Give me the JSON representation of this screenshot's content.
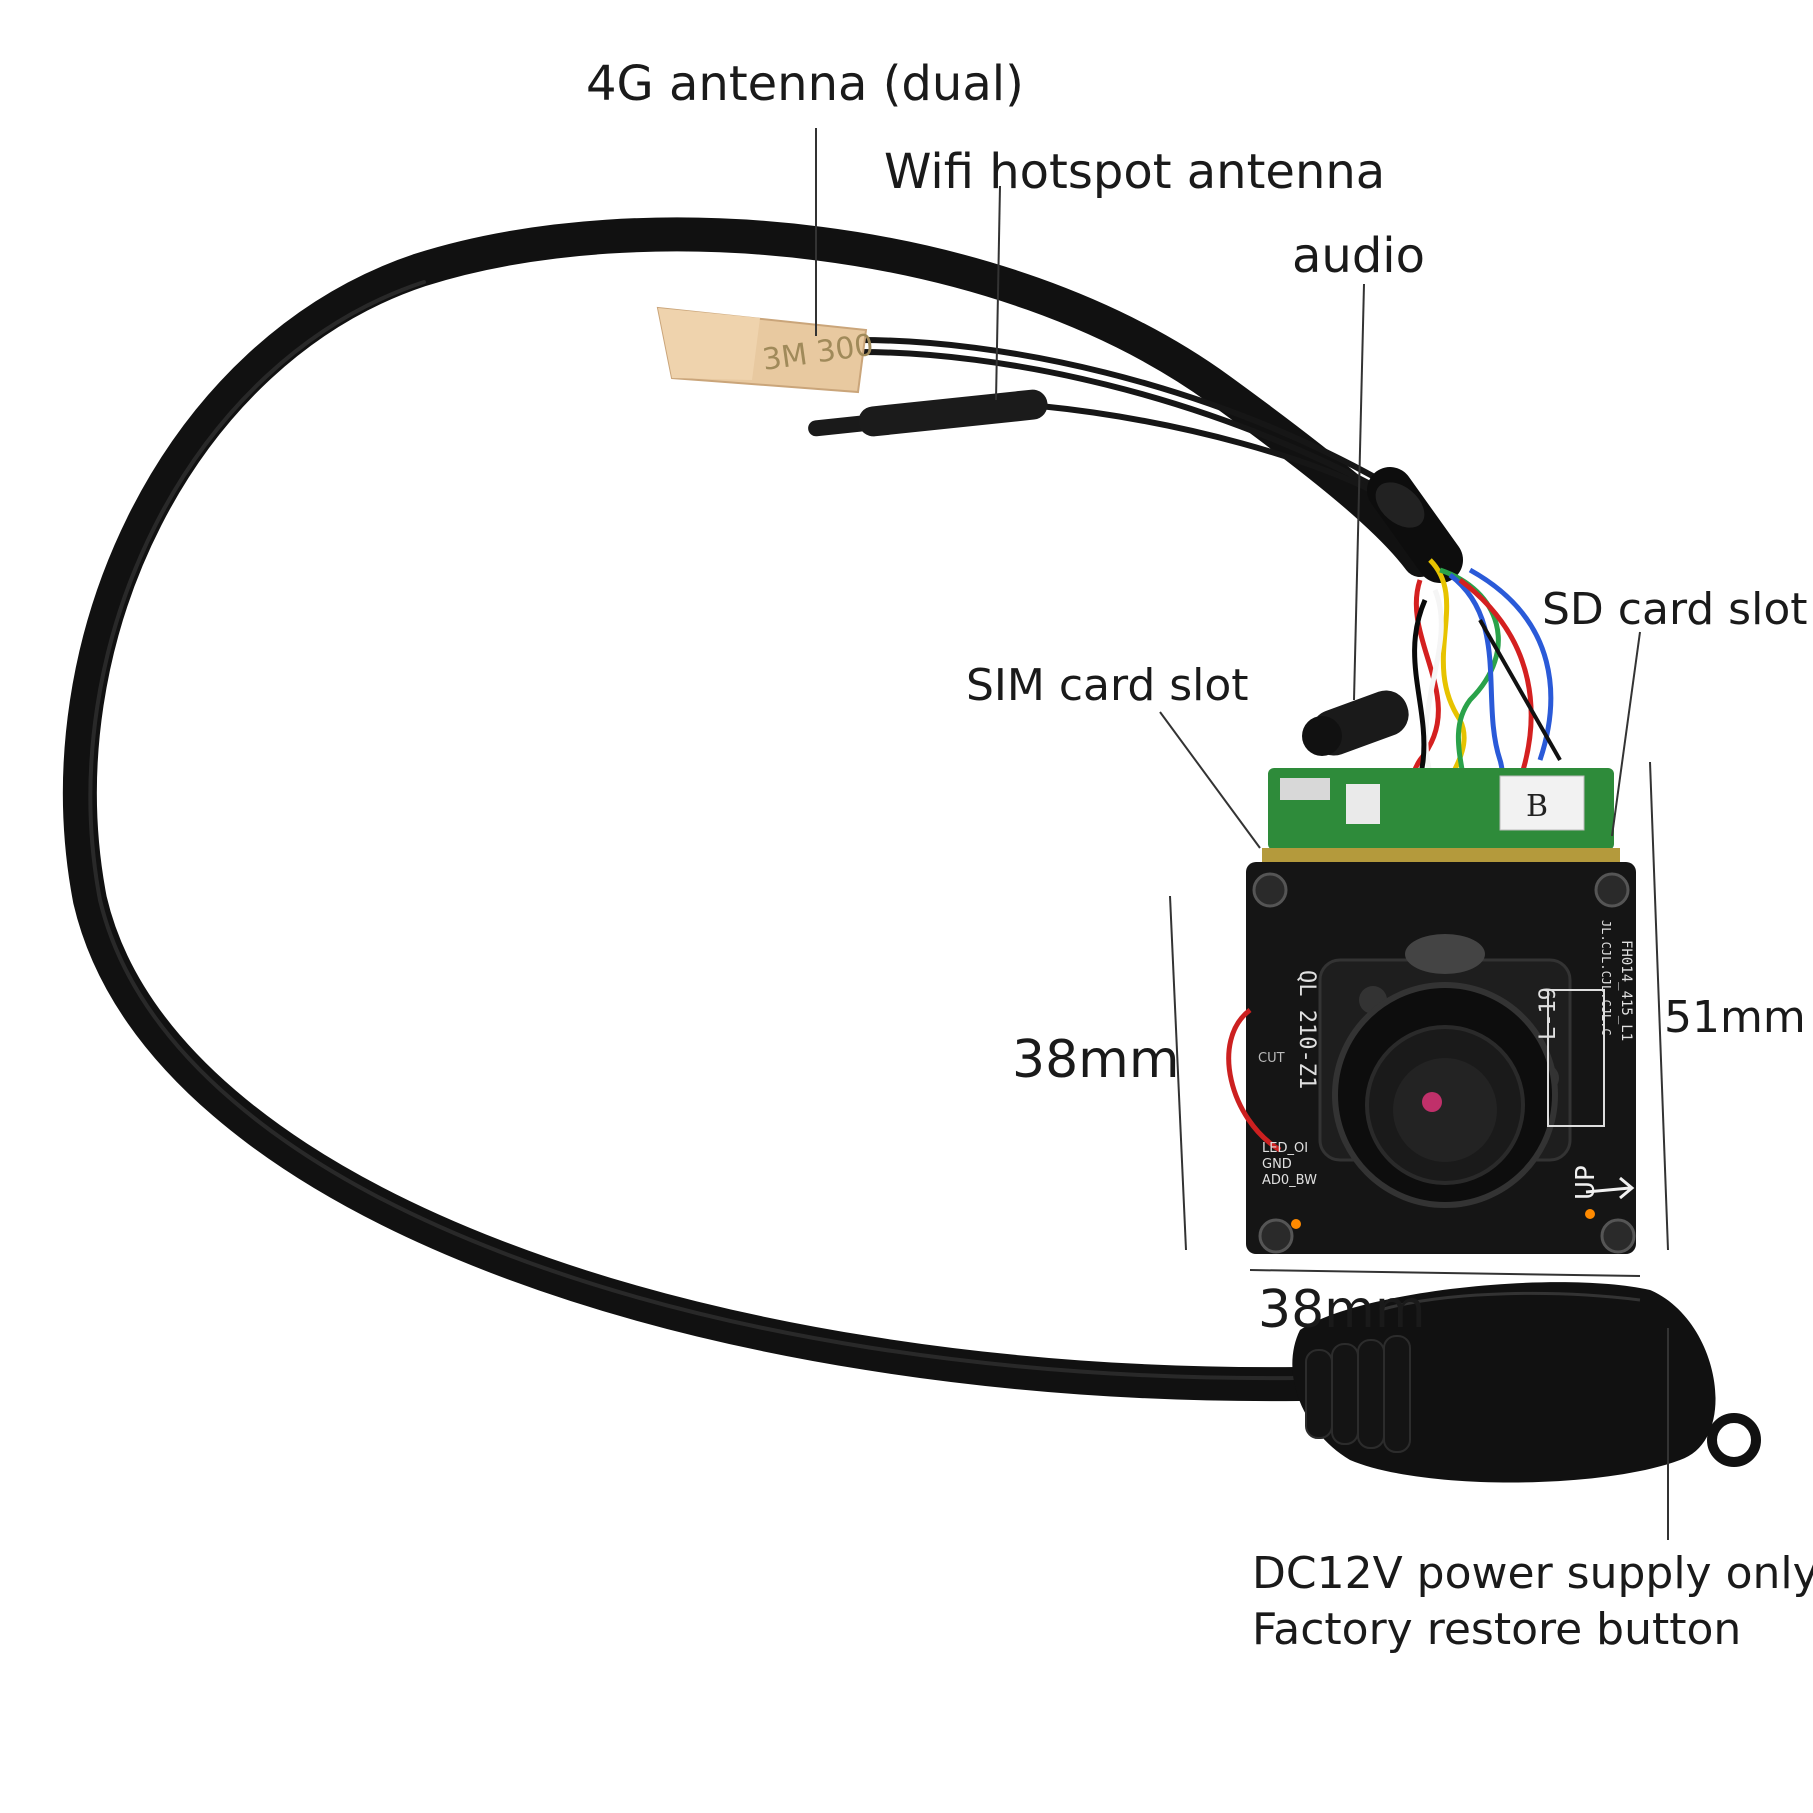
{
  "callouts": {
    "antenna_4g": "4G antenna (dual)",
    "wifi_antenna": "Wifi hotspot antenna",
    "audio": "audio",
    "sd_card_slot": "SD card slot",
    "sim_card_slot": "SIM card slot",
    "width_left": "38mm",
    "height_right": "51mm",
    "width_bottom": "38mm",
    "power_supply": "DC12V power supply only",
    "restore_button": "Factory restore button"
  },
  "board_markings": {
    "lens_side": "QL 210-Z1",
    "right_top": "FH014_415_L1",
    "right_sub": "JL.CJL.CJL.CJL.C",
    "right_mid": "L-19",
    "pins": [
      "LED_OI",
      "GND",
      "AD0_BW"
    ],
    "cut": "CUT",
    "up": "UP",
    "connector_b": "B",
    "tape": "3M 300"
  },
  "colors": {
    "cable": "#111111",
    "pcb_green": "#2e8b3a",
    "board_black": "#151515",
    "tape": "#e8c9a0",
    "callout_line": "#333333"
  }
}
